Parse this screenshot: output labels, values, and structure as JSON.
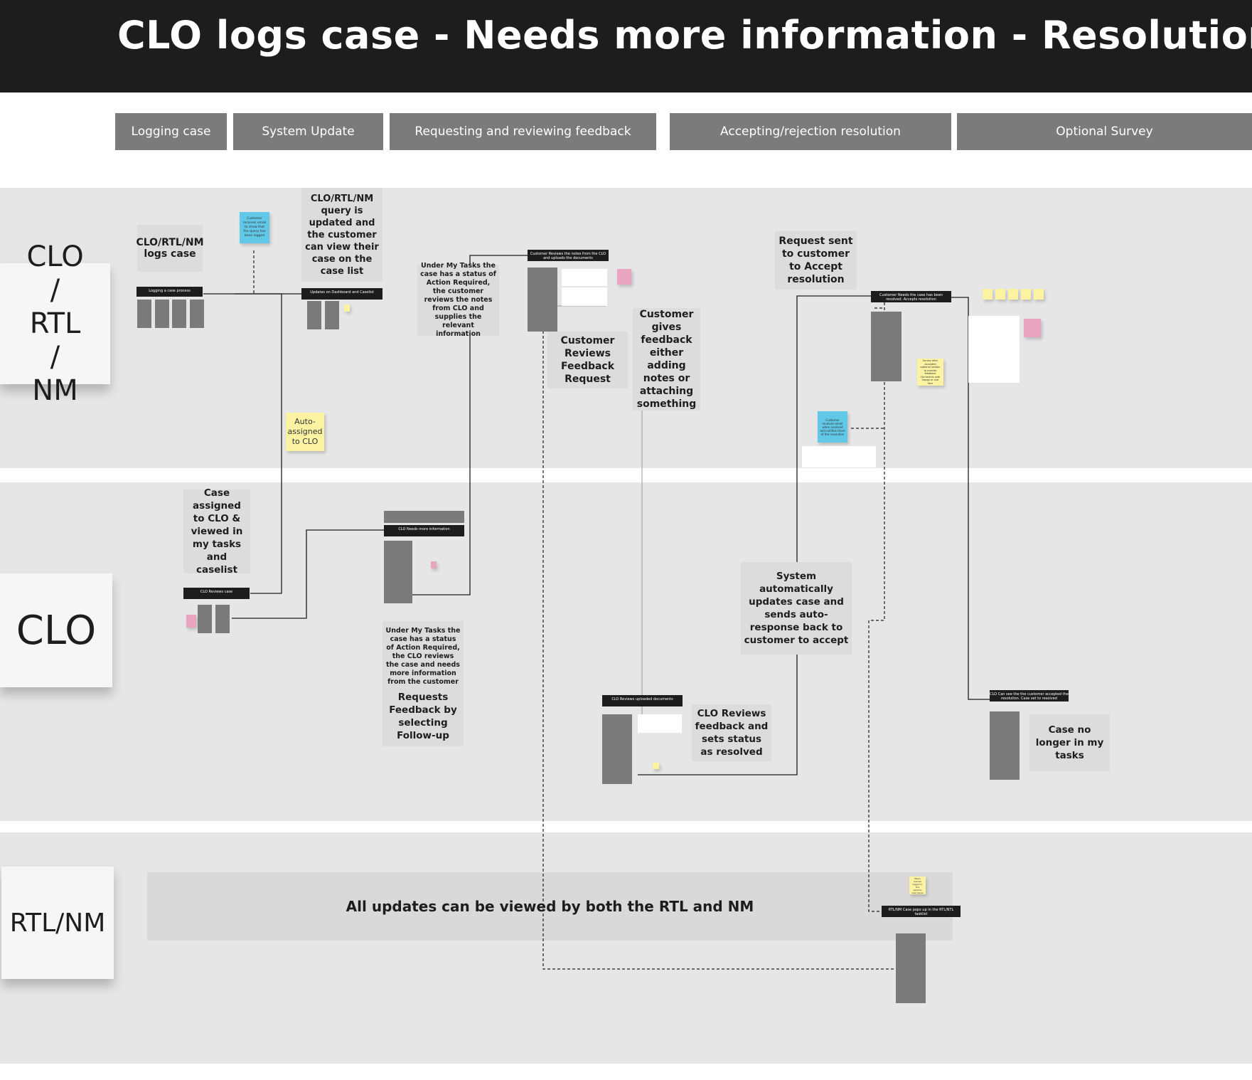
{
  "title": "CLO logs case - Needs more information - Resolution",
  "phases": [
    {
      "label": "Logging case"
    },
    {
      "label": "System Update"
    },
    {
      "label": "Requesting and reviewing feedback"
    },
    {
      "label": "Accepting/rejection resolution"
    },
    {
      "label": "Optional Survey"
    }
  ],
  "lanes": [
    {
      "label": "CLO / RTL / NM"
    },
    {
      "label": "CLO"
    },
    {
      "label": "RTL/NM"
    }
  ],
  "notes": {
    "clo_logs_case": "CLO/RTL/NM logs case",
    "query_updated": "CLO/RTL/NM query is updated and the customer can view their case on the case list",
    "auto_assigned": "Auto-assigned to CLO",
    "under_my_tasks_customer": "Under My Tasks the case has a status of Action Required, the customer reviews the notes from CLO and supplies the relevant information",
    "customer_reviews_feedback_request": "Customer Reviews Feedback Request",
    "customer_gives_feedback": "Customer gives feedback either adding notes or attaching something",
    "request_sent_accept": "Request sent to customer to Accept resolution",
    "case_assigned": "Case assigned to CLO & viewed in my tasks and caselist",
    "under_my_tasks_clo": "Under My Tasks the case has a status of Action Required, the CLO reviews the case and needs more information from the customer",
    "requests_feedback": "Requests Feedback by selecting Follow-up",
    "system_auto_update": "System automatically updates case and sends auto-response back to customer to accept",
    "clo_reviews_feedback": "CLO Reviews feedback and sets status as resolved",
    "case_no_longer": "Case no longer in my tasks",
    "all_updates": "All updates can be viewed by both the RTL and NM"
  },
  "screen_headers": {
    "logging": "Logging a case process",
    "updates_dashboard": "Updates on Dashboard and Caselist",
    "customer_reviews_notes": "Customer Reviews the notes from the CLO and uploads the documents",
    "customer_accept": "Customer Needs the case has been resolved. Accepts resolution",
    "clo_reviews_case": "CLO Reviews case",
    "clo_needs_more": "CLO Needs more information",
    "clo_reviews_docs": "CLO Reviews uploaded documents",
    "clo_case_accepted": "CLO Can see the the customer accepted the resolution. Case set to resolved",
    "rtl_nm_popup": "RTL/NM Case pops up in the RTL/NTL tasklist"
  },
  "stickies": {
    "blue_top": "Customer receives email to show that the query has been logged",
    "blue_right": "Customer receives email when resolved and notifies them of the resolution",
    "yellow_survey": "Survey after accepted optional section to provide feedback Comments with happy or sad face",
    "yellow_rtl": "When queries logged in the pipeline new issues"
  },
  "colors": {
    "titlebar": "#1d1d1d",
    "phase": "#7b7b7b",
    "lane": "#e6e6e6",
    "note": "#dcdcdc",
    "yellow_sticky": "#fbf3a2",
    "blue_sticky": "#61c8e8",
    "pink_sticky": "#e9a4c0"
  }
}
